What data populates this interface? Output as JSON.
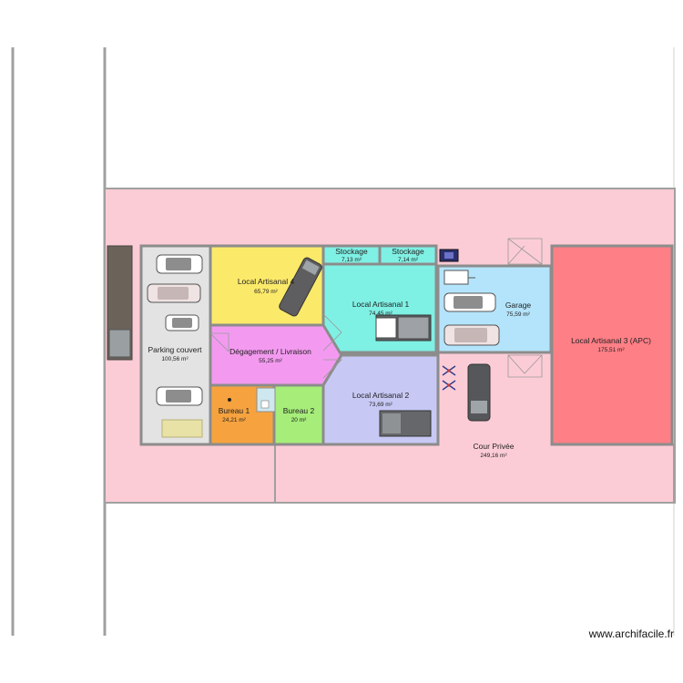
{
  "rooms": {
    "local4": {
      "name": "Local Artisanal 4",
      "area": "65,79 m²",
      "color": "#fbe96a"
    },
    "stock1": {
      "name": "Stockage",
      "area": "7,13 m²",
      "color": "#7ff0e4"
    },
    "stock2": {
      "name": "Stockage",
      "area": "7,14 m²",
      "color": "#7ff0e4"
    },
    "local1": {
      "name": "Local Artisanal 1",
      "area": "74,45 m²",
      "color": "#7ff0e4"
    },
    "garage": {
      "name": "Garage",
      "area": "75,59 m²",
      "color": "#b4e4fb"
    },
    "local3": {
      "name": "Local Artisanal 3 (APC)",
      "area": "175,51 m²",
      "color": "#fe7f86"
    },
    "parking": {
      "name": "Parking couvert",
      "area": "100,56 m²",
      "color": "#e3e3e3"
    },
    "degagement": {
      "name": "Dégagement / Livraison",
      "area": "55,25 m²",
      "color": "#f39af0"
    },
    "local2": {
      "name": "Local Artisanal 2",
      "area": "73,69 m²",
      "color": "#c7c8f4"
    },
    "bureau1": {
      "name": "Bureau 1",
      "area": "24,21 m²",
      "color": "#f6a33f"
    },
    "bureau2": {
      "name": "Bureau 2",
      "area": "20 m²",
      "color": "#a6ed7a"
    },
    "cour": {
      "name": "Cour Privée",
      "area": "249,16 m²",
      "color": "#fcccd6"
    }
  },
  "colors": {
    "wall": "#8c8c8c",
    "outer_area": "#fcccd6"
  },
  "icons": [
    "car-icon",
    "truck-icon",
    "van-icon",
    "trailer-icon",
    "motorbike-icon",
    "bicycle-icon",
    "quad-icon"
  ],
  "watermark": "www.archifacile.fr"
}
